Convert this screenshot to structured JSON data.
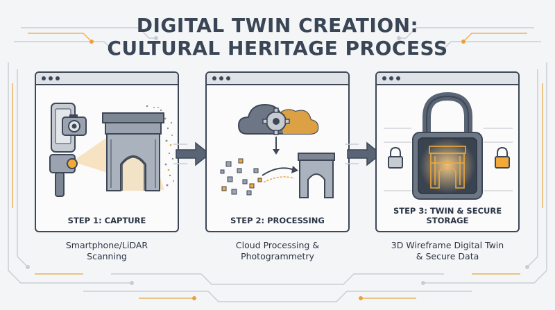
{
  "title": {
    "line1": "DIGITAL TWIN CREATION:",
    "line2": "CULTURAL HERITAGE PROCESS"
  },
  "steps": [
    {
      "label": "STEP 1: CAPTURE",
      "caption_line1": "Smartphone/LiDAR",
      "caption_line2": "Scanning",
      "icons": [
        "smartphone-icon",
        "camera-icon",
        "lidar-scanner-icon",
        "triumphal-arch-icon"
      ]
    },
    {
      "label": "STEP 2: PROCESSING",
      "caption_line1": "Cloud Processing &",
      "caption_line2": "Photogrammetry",
      "icons": [
        "cloud-icon",
        "gear-icon",
        "point-cloud-icon",
        "triumphal-arch-icon"
      ]
    },
    {
      "label": "STEP 3: TWIN & SECURE STORAGE",
      "caption_line1": "3D Wireframe Digital Twin",
      "caption_line2": "& Secure Data",
      "icons": [
        "padlock-icon",
        "wireframe-arch-icon",
        "small-lock-icon"
      ]
    }
  ],
  "colors": {
    "outline": "#3d4756",
    "accent": "#e9a23b",
    "fill_gray": "#9aa3af",
    "background": "#f4f5f7"
  }
}
